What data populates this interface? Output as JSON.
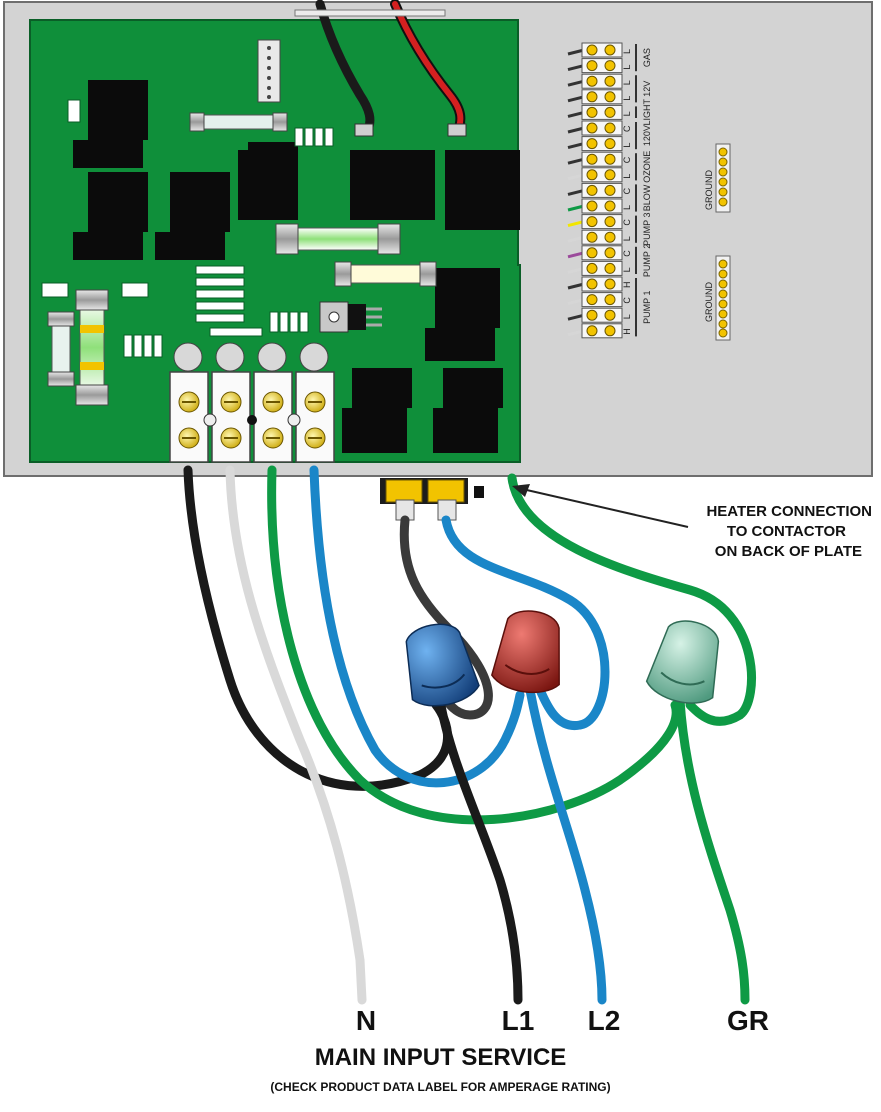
{
  "heater_note": {
    "line1": "HEATER CONNECTION",
    "line2": "TO CONTACTOR",
    "line3": "ON BACK OF PLATE"
  },
  "wire_labels": {
    "n": "N",
    "l1": "L1",
    "l2": "L2",
    "gr": "GR"
  },
  "footer": {
    "title": "MAIN INPUT SERVICE",
    "subtitle": "(CHECK PRODUCT DATA LABEL FOR AMPERAGE RATING)"
  },
  "terminal_groups": [
    {
      "label": "GAS",
      "pins": [
        "L",
        "L"
      ]
    },
    {
      "label": "12V",
      "pins": [
        "L",
        "L"
      ]
    },
    {
      "label": "LIGHT",
      "pins": [
        "L"
      ]
    },
    {
      "label": "120V",
      "pins": [
        "C",
        "L"
      ]
    },
    {
      "label": "OZONE",
      "pins": [
        "C",
        "L"
      ]
    },
    {
      "label": "BLOW",
      "pins": [
        "C",
        "L"
      ]
    },
    {
      "label": "PUMP 3",
      "pins": [
        "C",
        "L"
      ]
    },
    {
      "label": "PUMP 2",
      "pins": [
        "C",
        "L"
      ]
    },
    {
      "label": "PUMP 1",
      "pins": [
        "H",
        "C",
        "L",
        "H"
      ]
    }
  ],
  "ground_labels": [
    "GROUND",
    "GROUND"
  ],
  "colors": {
    "plate": "#d3d3d3",
    "pcb": "#0f8f3a",
    "black_wire": "#1a1a1a",
    "white_wire": "#d9d9d9",
    "green_wire": "#0e9a45",
    "blue_wire": "#1a86c8",
    "blue_nut": "#1b5fae",
    "red_nut": "#b22a23",
    "green_nut": "#7fc2a8",
    "connector": "#f2c300"
  }
}
